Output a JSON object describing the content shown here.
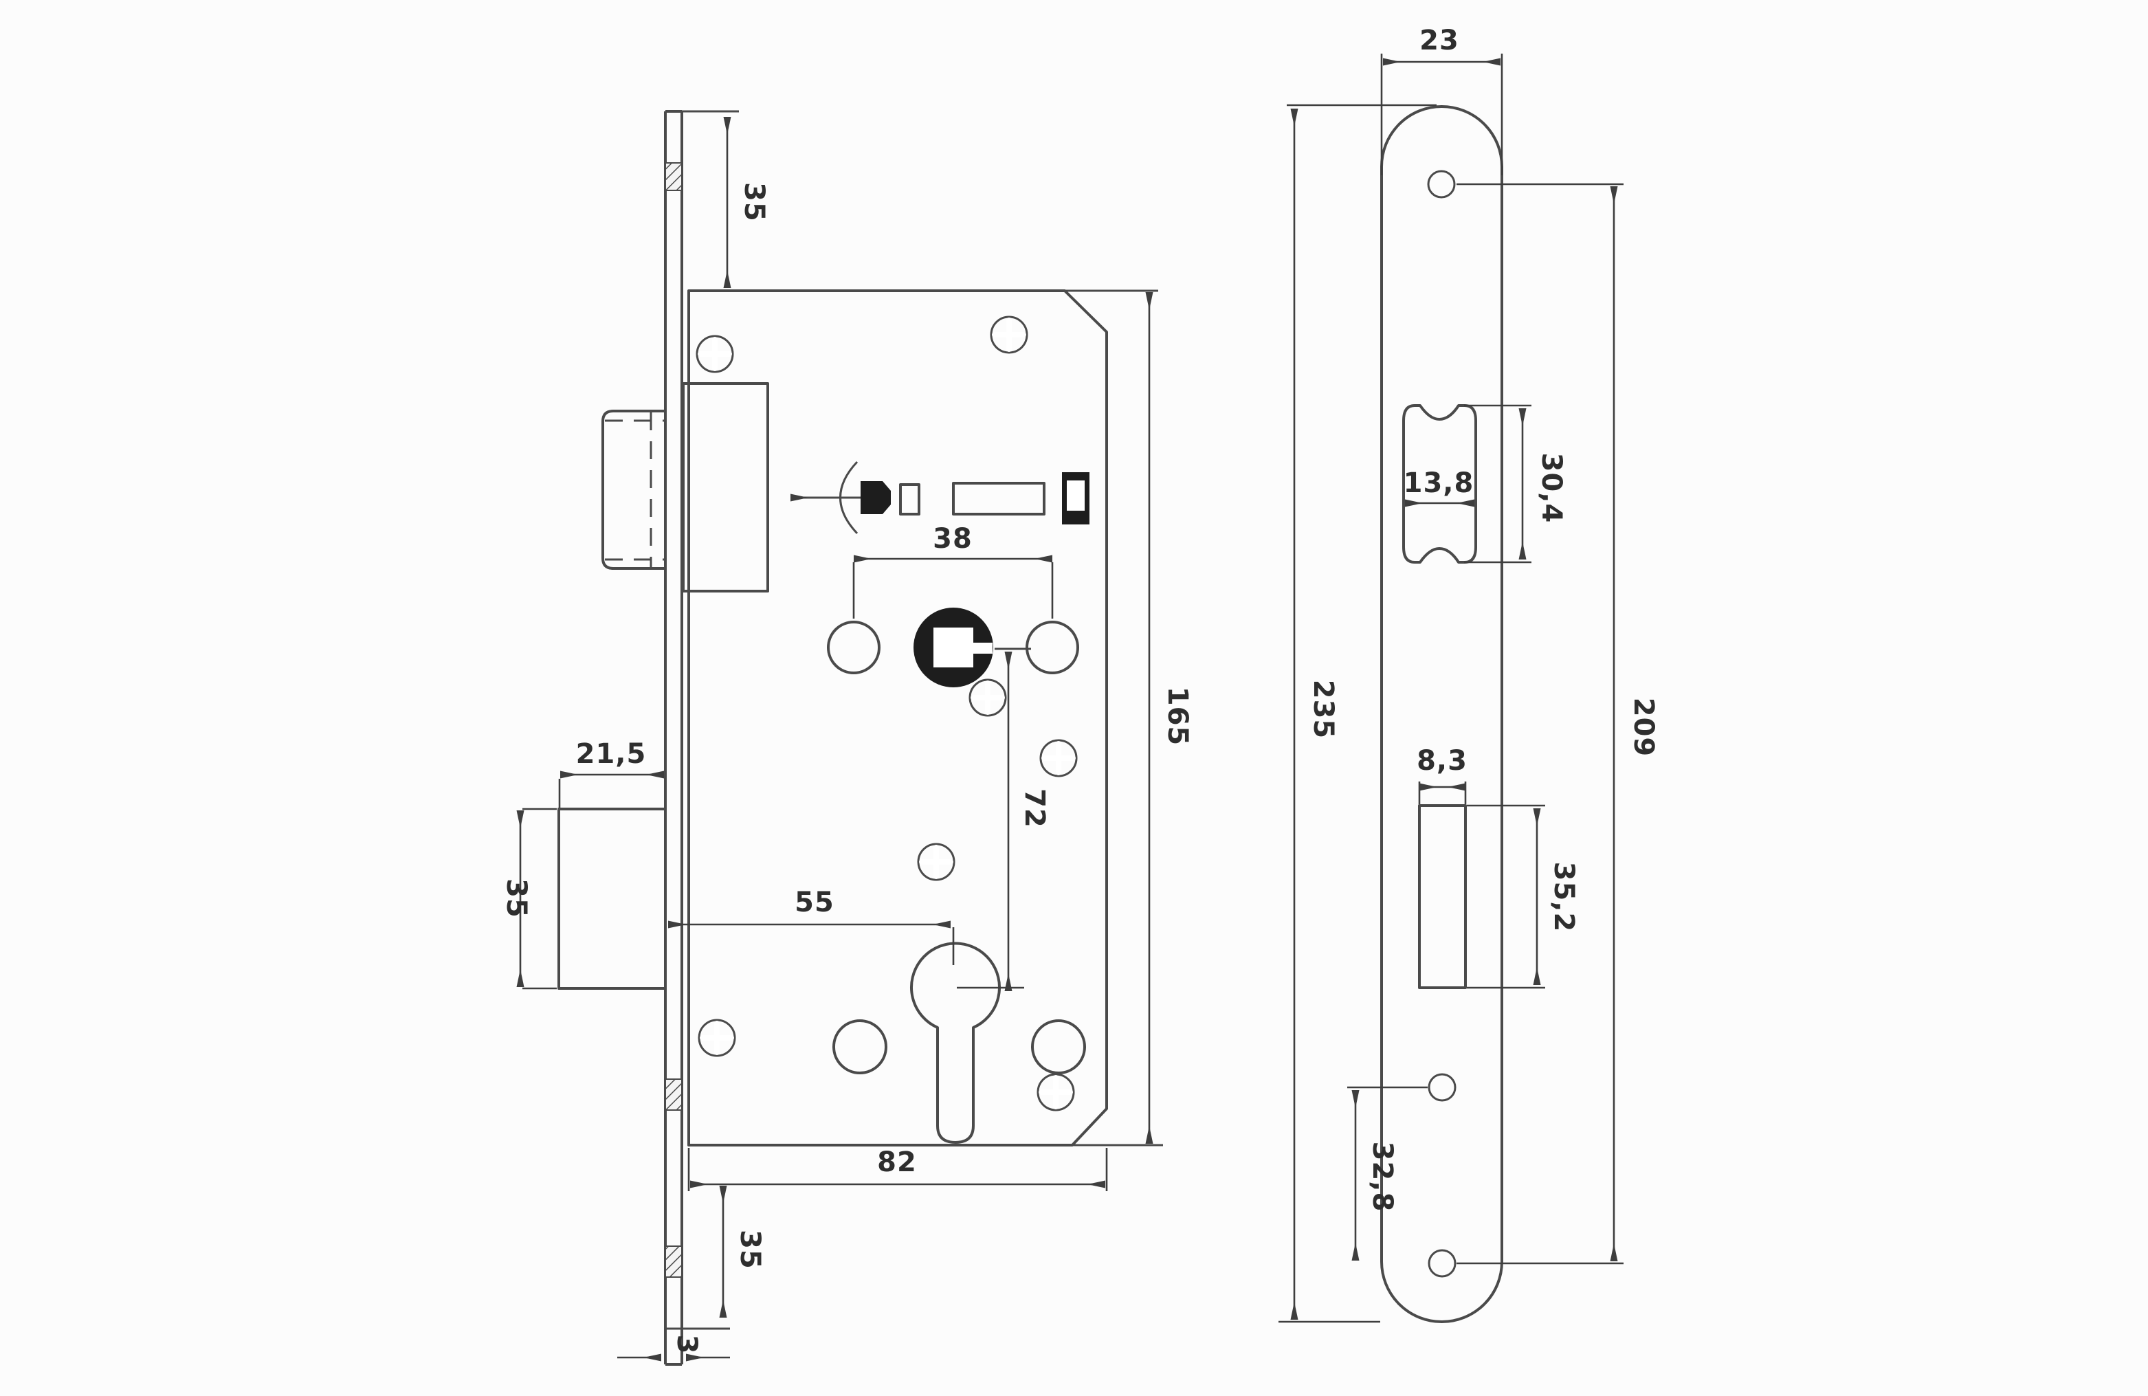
{
  "page": {
    "background": "#fcfcfc",
    "line_color": "#4a4a4a",
    "dimension_color": "#3e3e3e",
    "text_color": "#2e2e2e",
    "content": "engineering drawing of mortise door lock body (side view) and strike faceplate (front view)"
  },
  "dims": {
    "side": {
      "plate_top_offset": "35",
      "handle_hole_spacing": "38",
      "body_height": "165",
      "follower_to_cylinder": "72",
      "deadbolt_throw": "21,5",
      "deadbolt_height": "35",
      "backset": "55",
      "body_depth": "82",
      "plate_bottom_offset": "35",
      "plate_thickness": "3"
    },
    "front": {
      "plate_width": "23",
      "latch_cutout_width": "13,8",
      "latch_cutout_height": "30,4",
      "screw_hole_span": "209",
      "plate_height": "235",
      "bolt_cutout_width": "8,3",
      "bolt_cutout_height": "35,2",
      "lower_hole_spacing": "32,8"
    }
  },
  "icons": [
    "screw-icon",
    "latch-direction-arrow-icon",
    "anchor-icon",
    "small-rect-indicator-icon",
    "long-rect-indicator-icon",
    "filled-rect-indicator-icon"
  ]
}
